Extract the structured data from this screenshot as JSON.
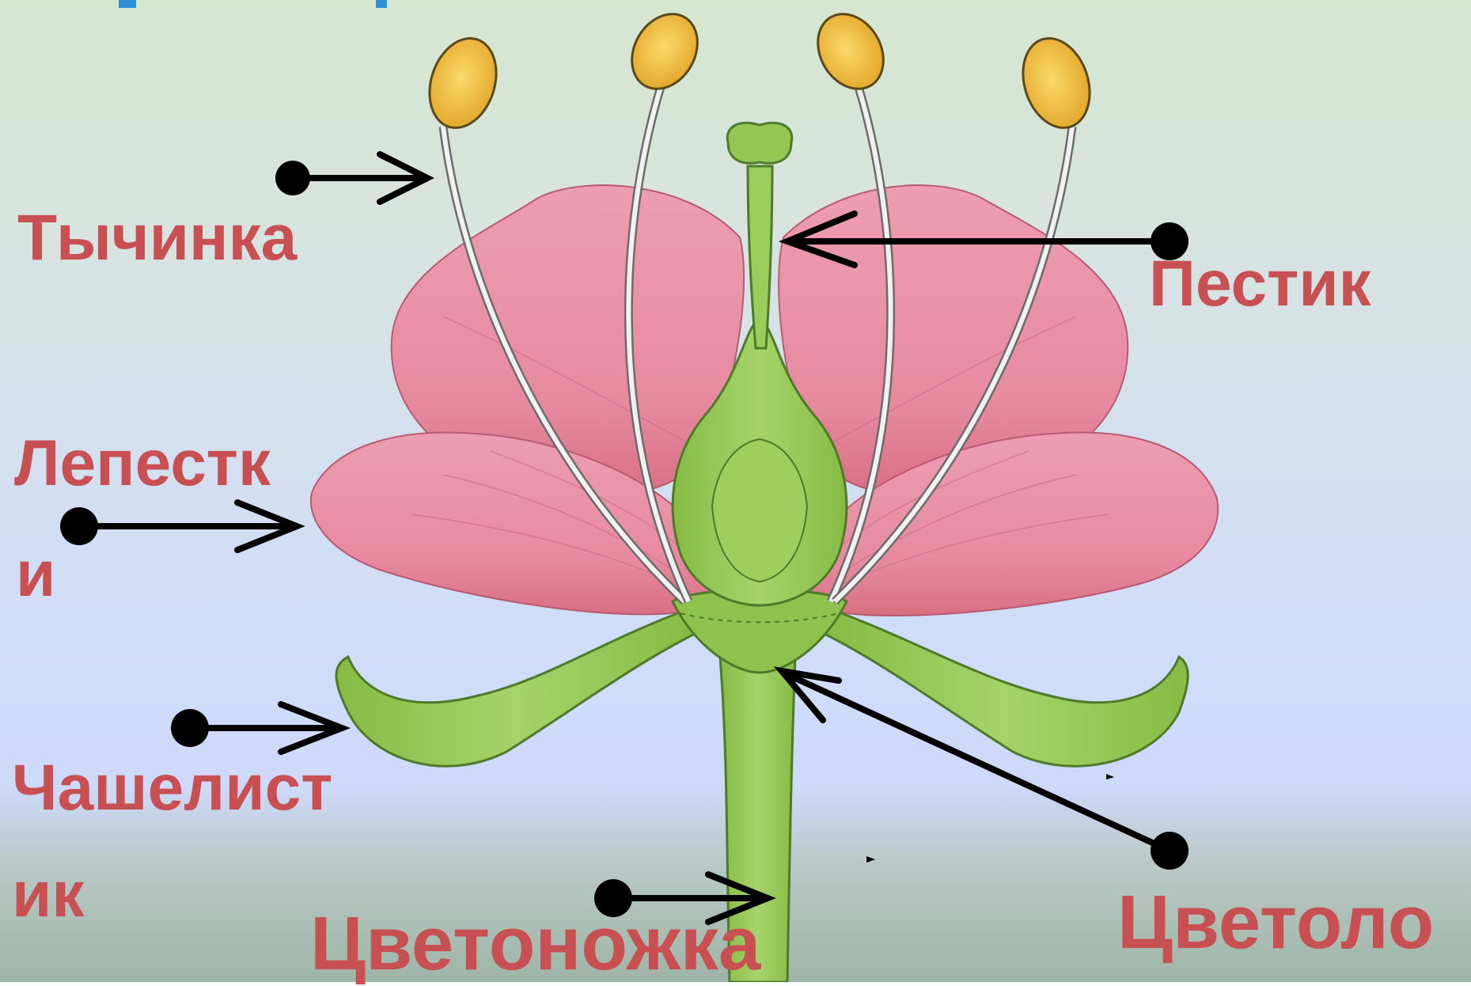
{
  "diagram": {
    "labels": {
      "stamen": "Тычинка",
      "pistil": "Пестик",
      "petals_line1": "Лепестк",
      "petals_line2": "и",
      "sepal_line1": "Чашелист",
      "sepal_line2": "ик",
      "receptacle": "Цветоло",
      "pedicel": "Цветоножка"
    },
    "colors": {
      "label_text": "#c84f52",
      "petal": "#e98aa2",
      "green": "#94c653",
      "anther": "#f3c23e",
      "arrow": "#000000"
    }
  }
}
